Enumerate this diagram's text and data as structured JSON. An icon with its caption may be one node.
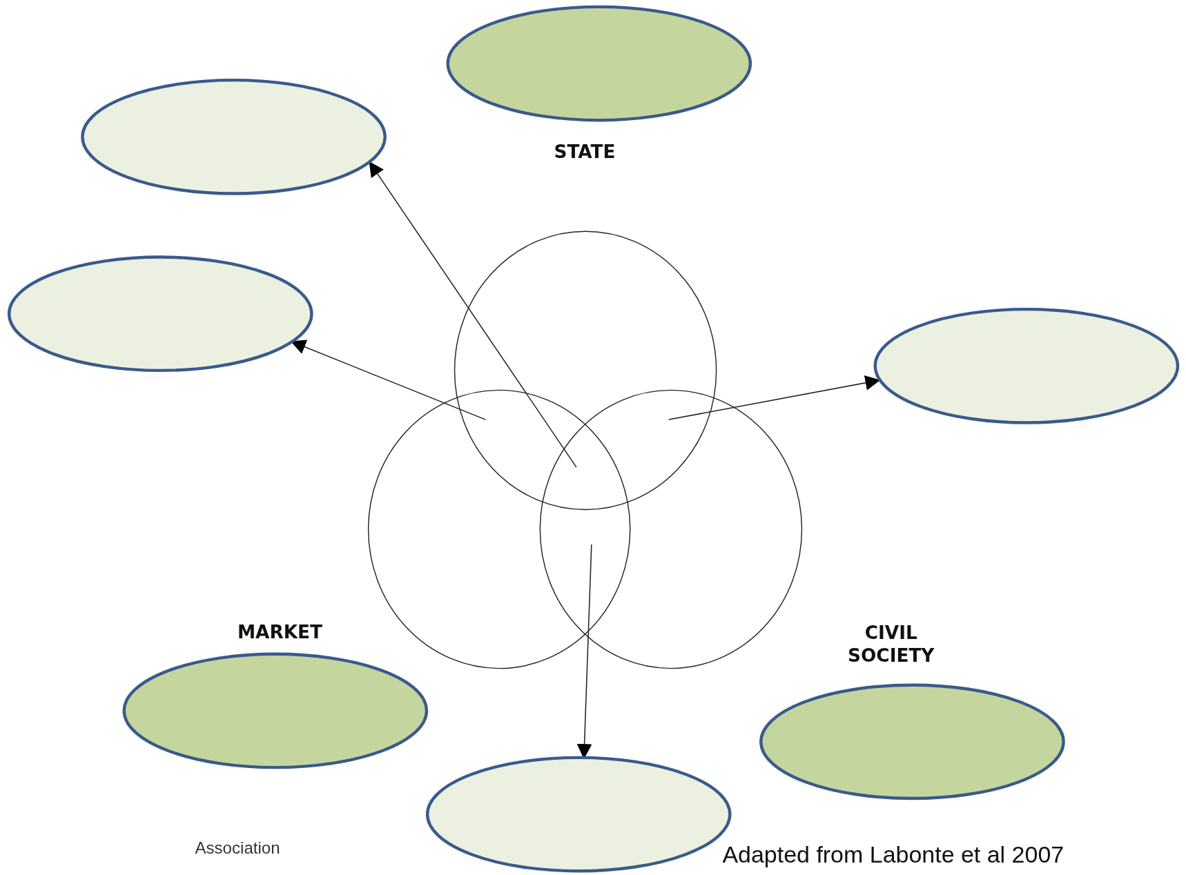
{
  "diagram": {
    "caption": "Adapted from Labonte et al 2007",
    "nodes": [
      {
        "text": [],
        "shape": "ellipse"
      },
      {
        "text": [],
        "shape": "ellipse"
      },
      {
        "text": [],
        "shape": "ellipse"
      },
      {
        "text": [],
        "shape": "ellipse"
      },
      {
        "text": [],
        "shape": "ellipse"
      },
      {
        "text": [],
        "shape": "ellipse"
      },
      {
        "text": [],
        "shape": "ellipse"
      }
    ],
    "edges": [
      {
        "from": null,
        "to": 1,
        "arrow": "to"
      },
      {
        "from": null,
        "to": 2,
        "arrow": "to"
      },
      {
        "from": null,
        "to": 3,
        "arrow": "to"
      },
      {
        "from": null,
        "to": 6,
        "arrow": "to"
      }
    ],
    "labels": [
      "STATE",
      "MARKET",
      "CIVIL SOCIETY",
      "Association"
    ]
  }
}
